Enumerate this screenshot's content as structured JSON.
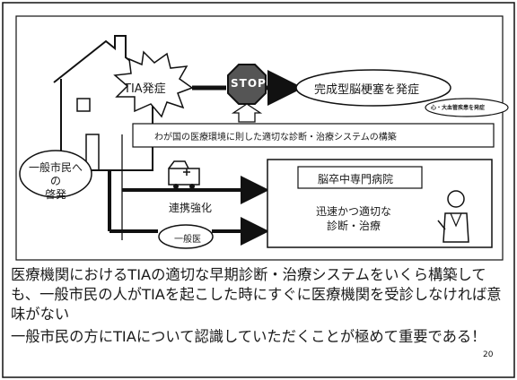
{
  "diagram": {
    "tia_onset": "TIA発症",
    "stop_sign": "STOP",
    "stroke_onset": "完成型脳梗塞を発症",
    "cardio_small": "心・大血管疾患を発症",
    "system_build": "わが国の医療環境に則した適切な診断・治療システムの構築",
    "public_edu": "一般市民への\n啓発",
    "cooperation": "連携強化",
    "gp": "一般医",
    "hospital": "脳卒中専門病院",
    "prompt_care": "迅速かつ適切な\n診断・治療"
  },
  "body": {
    "para1": "医療機関におけるTIAの適切な早期診断・治療システムをいくら構築しても、一般市民の人がTIAを起こした時にすぐに医療機関を受診しなければ意味がない",
    "para2": "一般市民の方にTIAについて認識していただくことが極めて重要である！"
  },
  "page_number": "20"
}
